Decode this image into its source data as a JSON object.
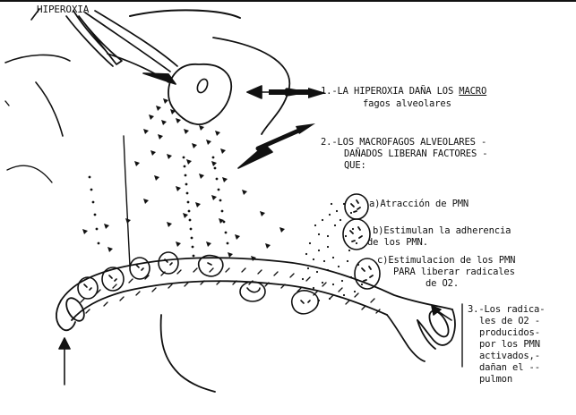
{
  "title": "HIPEROXIA",
  "step1": {
    "line1_prefix": "1.-LA HIPEROXIA DAÑA LOS ",
    "line1_underlined": "MACRO",
    "line2": "fagos alveolares"
  },
  "step2": {
    "line1": "2.-LOS MACROFAGOS ALVEOLARES -",
    "line2": "DAÑADOS LIBERAN FACTORES -",
    "line3": "QUE:"
  },
  "factors": {
    "a": "a)Atracción de PMN",
    "b_line1": "b)Estimulan la adherencia",
    "b_line2": "de los PMN.",
    "c_line1": "c)Estimulacion de los PMN",
    "c_line2": "PARA liberar radicales",
    "c_line3": "de O2."
  },
  "step3": {
    "lines": [
      "3.-Los radica-",
      "les de O2 -",
      "producidos-",
      "por los PMN",
      "activados,-",
      "dañan el --",
      "pulmon"
    ]
  }
}
